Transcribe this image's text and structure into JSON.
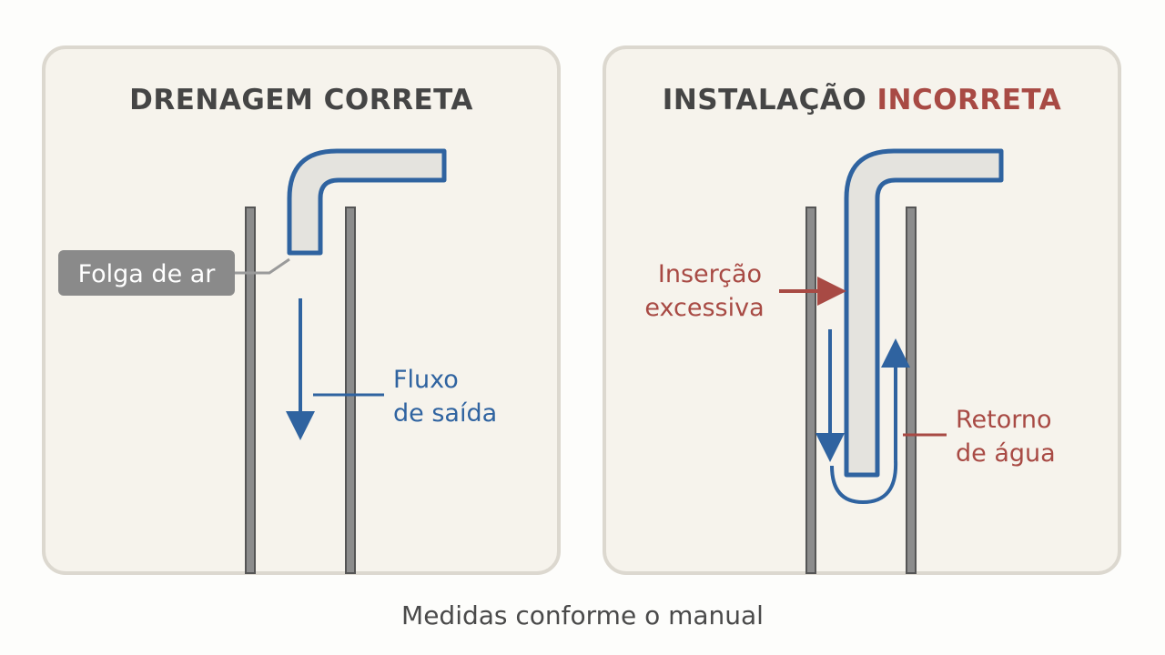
{
  "panels": {
    "left": {
      "title": "DRENAGEM CORRETA",
      "labels": {
        "air_gap": "Folga de ar",
        "flow_line1": "Fluxo",
        "flow_line2": "de saída"
      }
    },
    "right": {
      "title_part1": "INSTALAÇÃO ",
      "title_part2": "INCORRETA",
      "labels": {
        "insertion_line1": "Inserção",
        "insertion_line2": "excessiva",
        "return_line1": "Retorno",
        "return_line2": "de água"
      }
    }
  },
  "caption": "Medidas conforme o manual",
  "colors": {
    "blue": "#2f63a0",
    "red": "#a84a44",
    "standpipe": "#6e6e6e",
    "pipe_fill": "#e4e3de",
    "gray_label": "#8a8a8a"
  }
}
